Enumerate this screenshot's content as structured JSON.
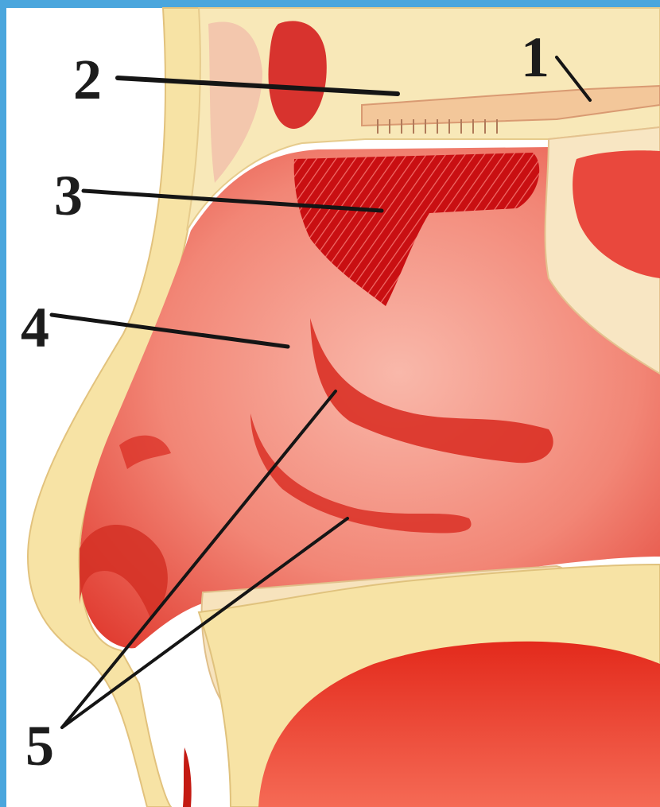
{
  "labels": {
    "l1": "1",
    "l2": "2",
    "l3": "3",
    "l4": "4",
    "l5": "5"
  },
  "colors": {
    "frame": "#4aa6dd",
    "bone": "#f7e3a5",
    "bone_edge": "#e9c986",
    "cavity": "#ef6a60",
    "mucosa_light": "#f6a89a",
    "mucosa_dark": "#cc1414",
    "leader": "#151515"
  }
}
